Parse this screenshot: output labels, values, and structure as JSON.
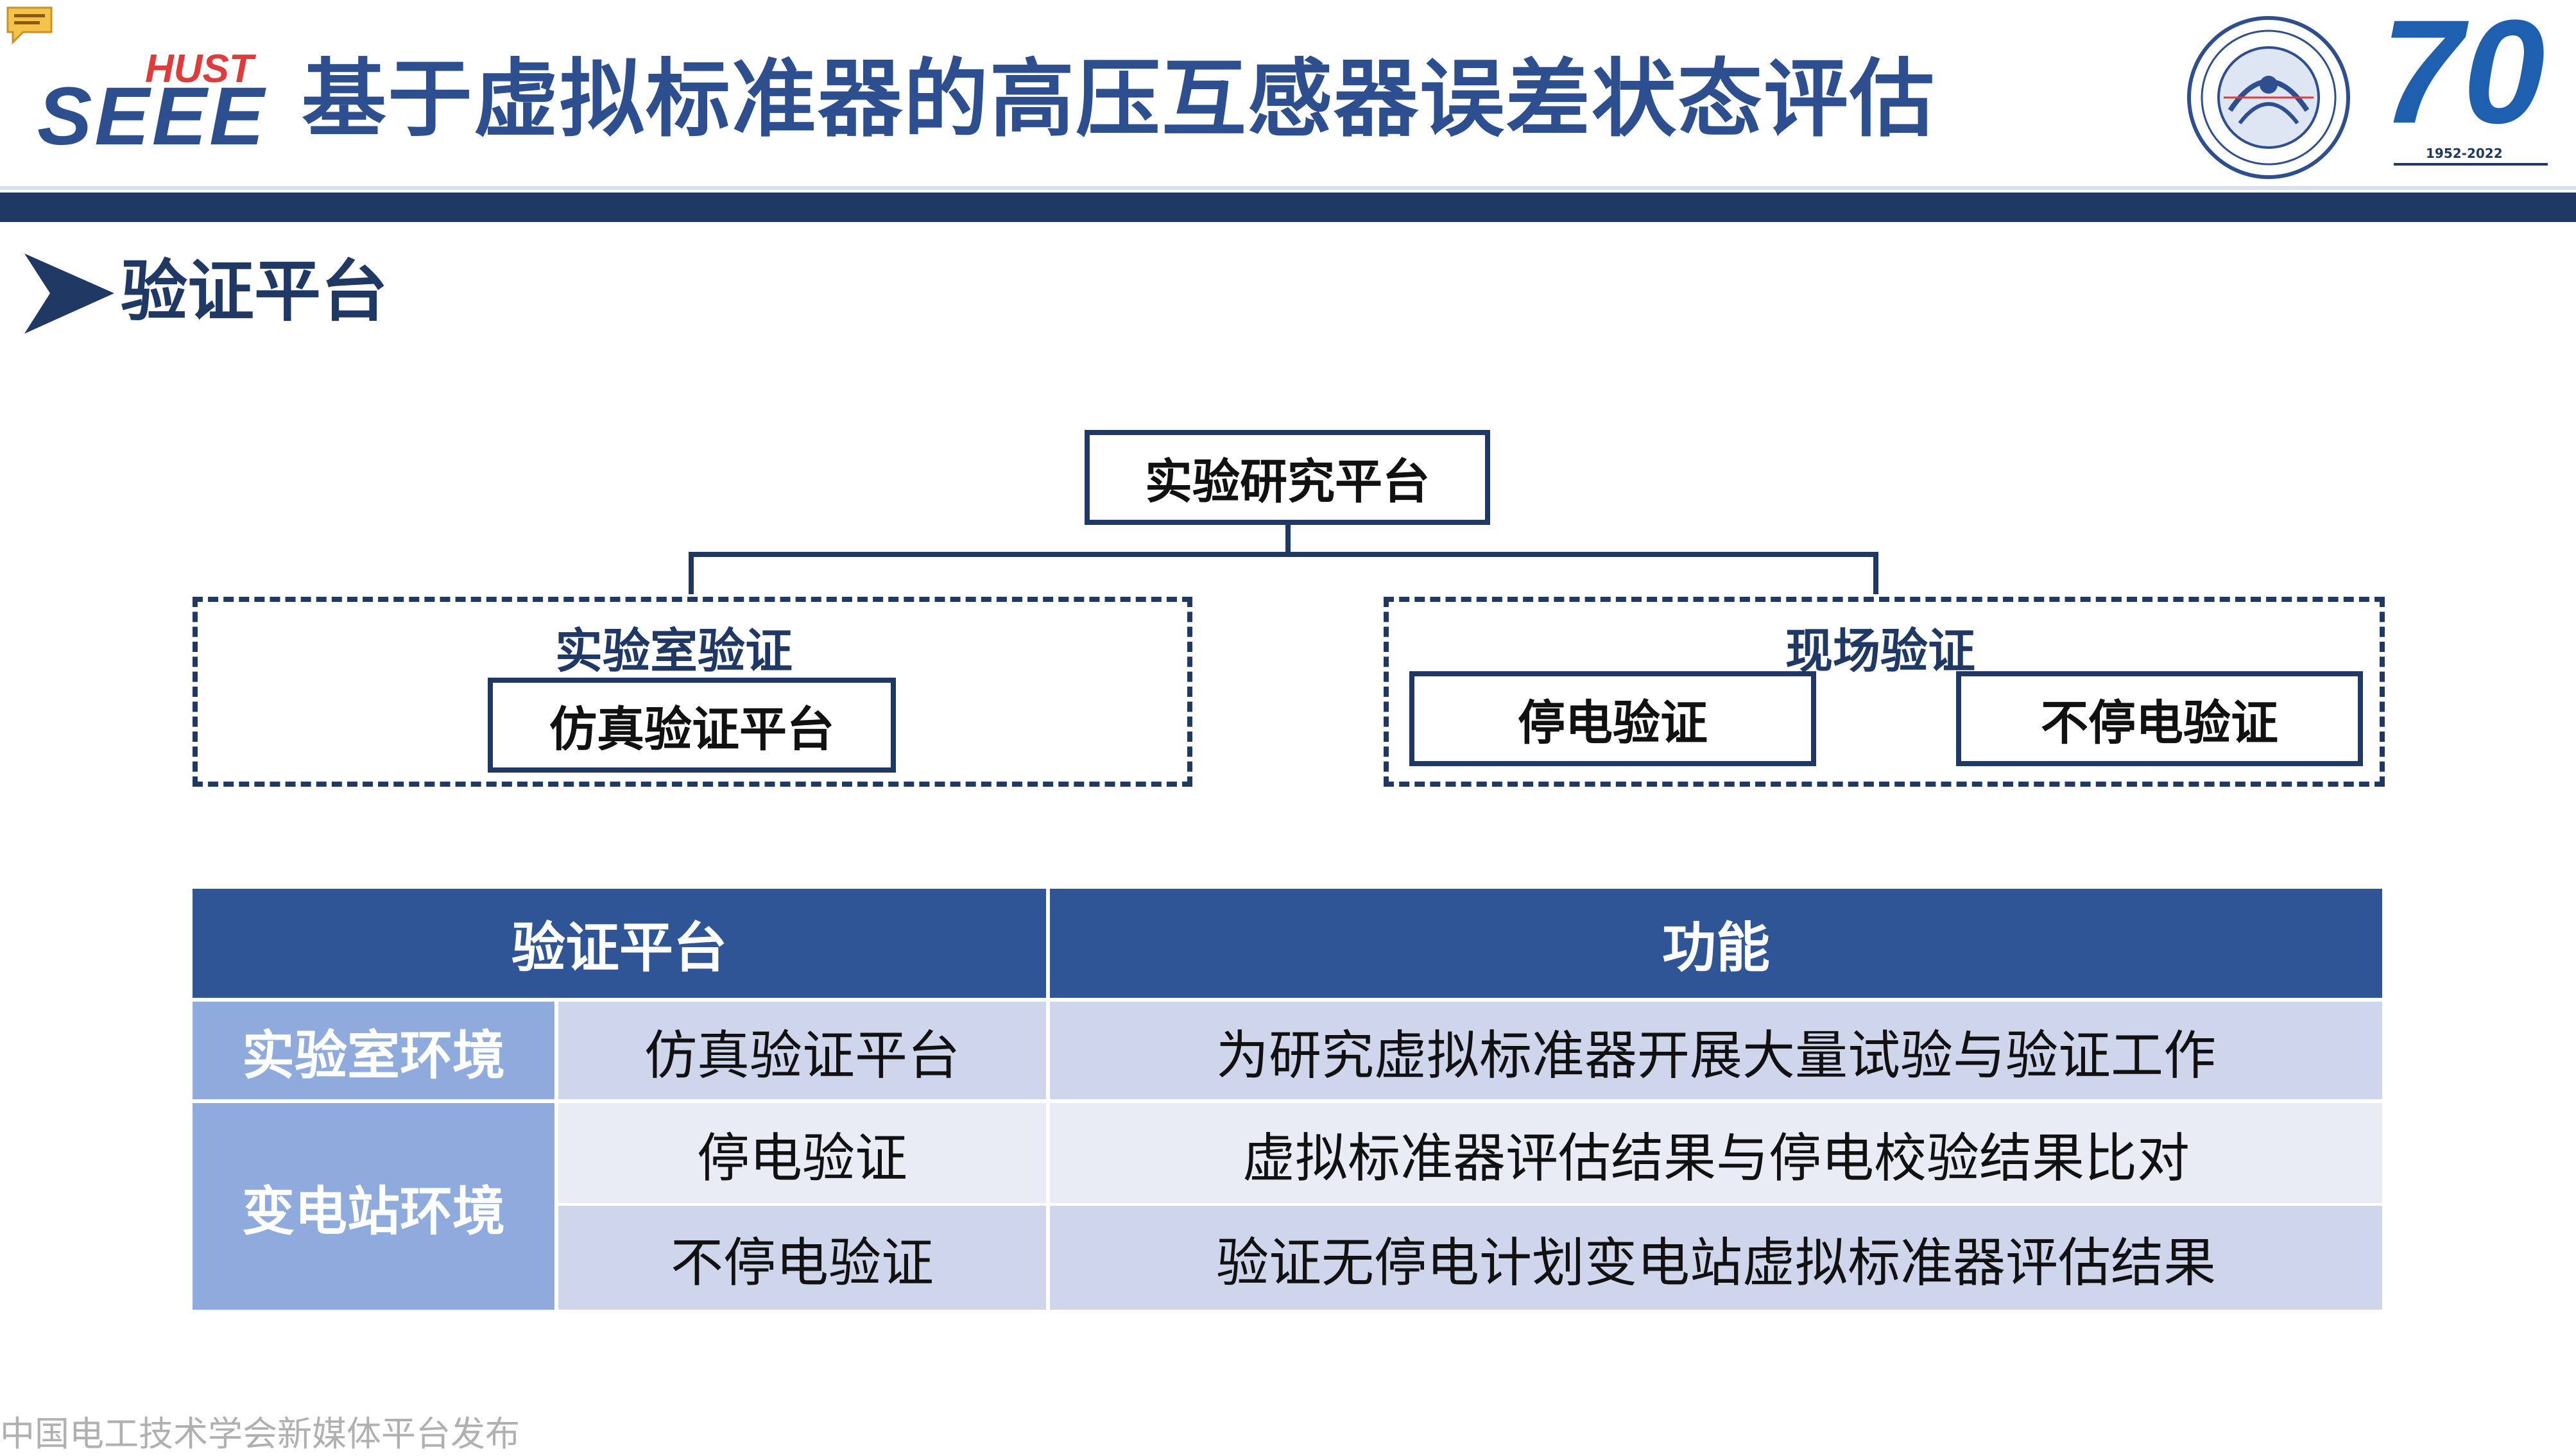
{
  "header": {
    "logo_top": "HUST",
    "logo_bottom": "SEEE",
    "title": "基于虚拟标准器的高压互感器误差状态评估",
    "anniv_number": "70",
    "anniv_years": "1952-2022"
  },
  "section": {
    "title": "验证平台"
  },
  "diagram": {
    "root": "实验研究平台",
    "lab_group_label": "实验室验证",
    "lab_item": "仿真验证平台",
    "field_group_label": "现场验证",
    "field_item_1": "停电验证",
    "field_item_2": "不停电验证"
  },
  "table": {
    "headers": [
      "验证平台",
      "功能"
    ],
    "rows": [
      {
        "group": "实验室环境",
        "platform": "仿真验证平台",
        "function": "为研究虚拟标准器开展大量试验与验证工作"
      },
      {
        "group": "变电站环境",
        "platform": "停电验证",
        "function": "虚拟标准器评估结果与停电校验结果比对"
      },
      {
        "platform": "不停电验证",
        "function": "验证无停电计划变电站虚拟标准器评估结果"
      }
    ]
  },
  "footer": {
    "watermark": "中国电工技术学会新媒体平台发布"
  },
  "colors": {
    "primary": "#1f3864",
    "accent": "#2f5597",
    "row_header": "#8faadc",
    "cell_dark": "#cfd5ea",
    "cell_light": "#e9ebf5"
  },
  "icons": [
    "comment-icon",
    "seee-logo",
    "school-seal-icon",
    "anniversary-70-logo",
    "chevron-right-icon"
  ]
}
